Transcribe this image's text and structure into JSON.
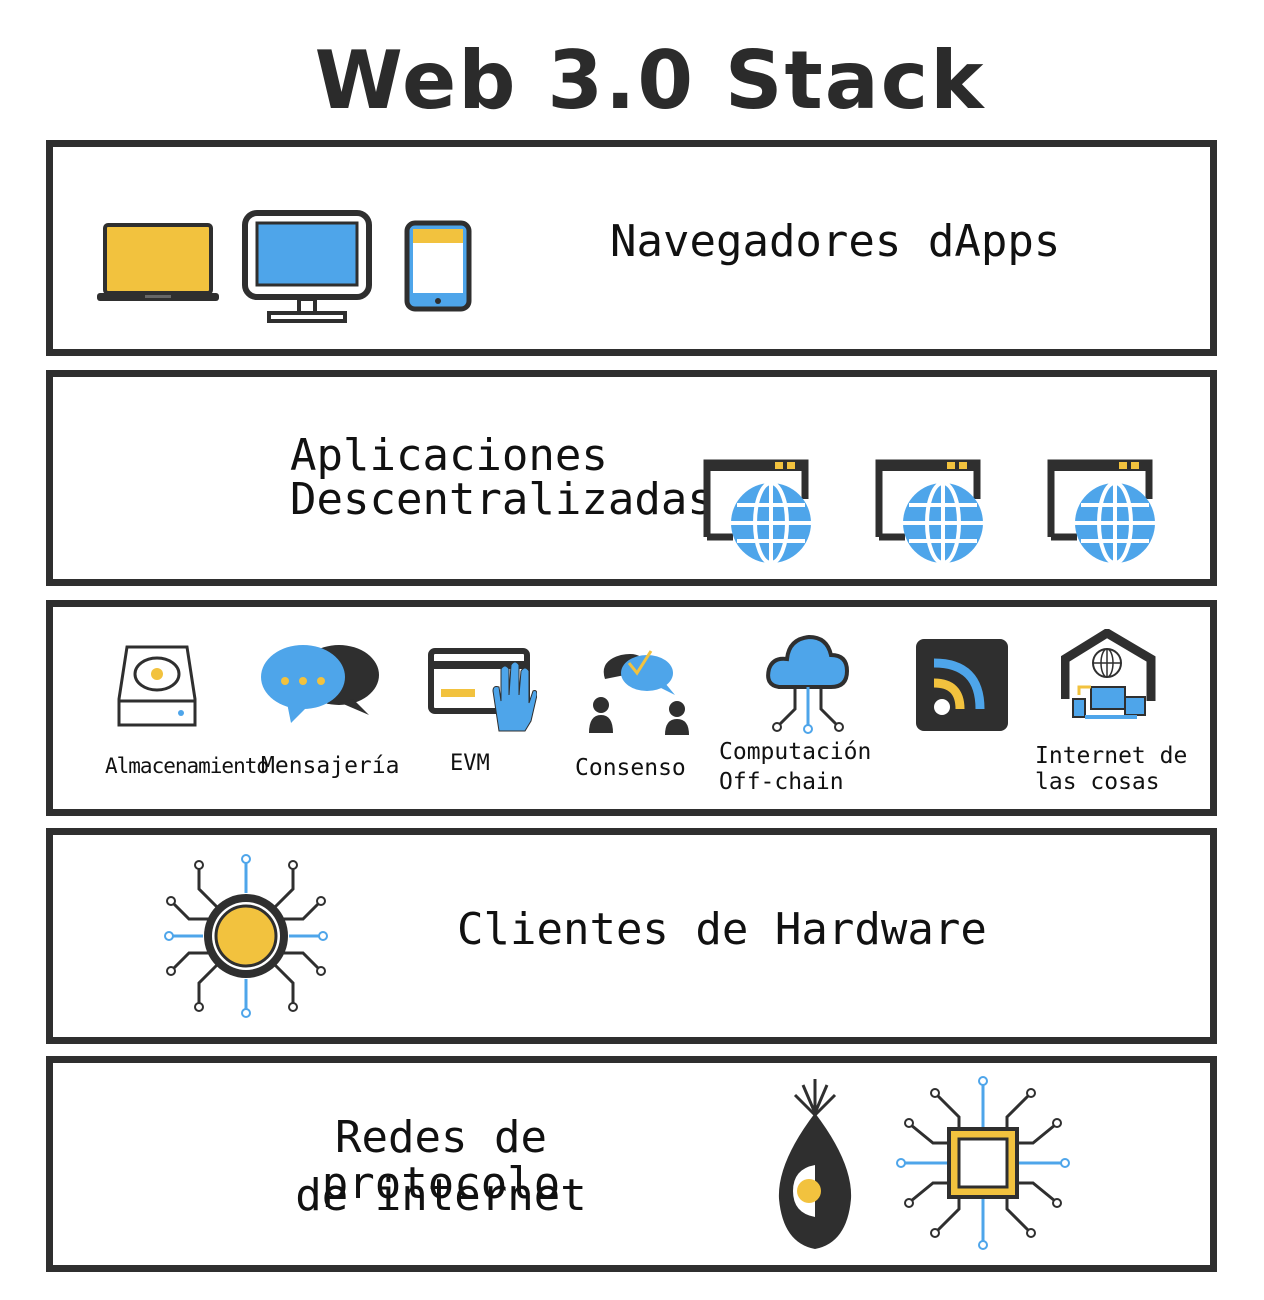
{
  "title": "Web 3.0 Stack",
  "layers": [
    {
      "label": "Navegadores dApps"
    },
    {
      "label_line1": "Aplicaciones",
      "label_line2": "Descentralizadas"
    },
    {
      "items": [
        {
          "label": "Almacenamiento"
        },
        {
          "label": "Mensajería"
        },
        {
          "label": "EVM"
        },
        {
          "label": "Consenso"
        },
        {
          "label_line1": "Computación",
          "label_line2": "Off-chain"
        },
        {
          "label_line1": "Internet de",
          "label_line2": "las cosas"
        }
      ]
    },
    {
      "label": "Clientes de Hardware"
    },
    {
      "label_line1": "Redes de protocolo",
      "label_line2": "de internet"
    }
  ],
  "colors": {
    "yellow": "#f2c23e",
    "blue": "#4ea5ea",
    "dark": "#2f2f2f"
  },
  "icons": [
    "laptop-icon",
    "desktop-monitor-icon",
    "tablet-icon",
    "browser-globe-icon",
    "storage-drive-icon",
    "chat-bubbles-icon",
    "evm-card-hand-icon",
    "consensus-people-icon",
    "cloud-network-icon",
    "rss-feed-icon",
    "iot-home-icon",
    "hardware-node-icon",
    "protocol-drop-icon",
    "microchip-icon"
  ]
}
